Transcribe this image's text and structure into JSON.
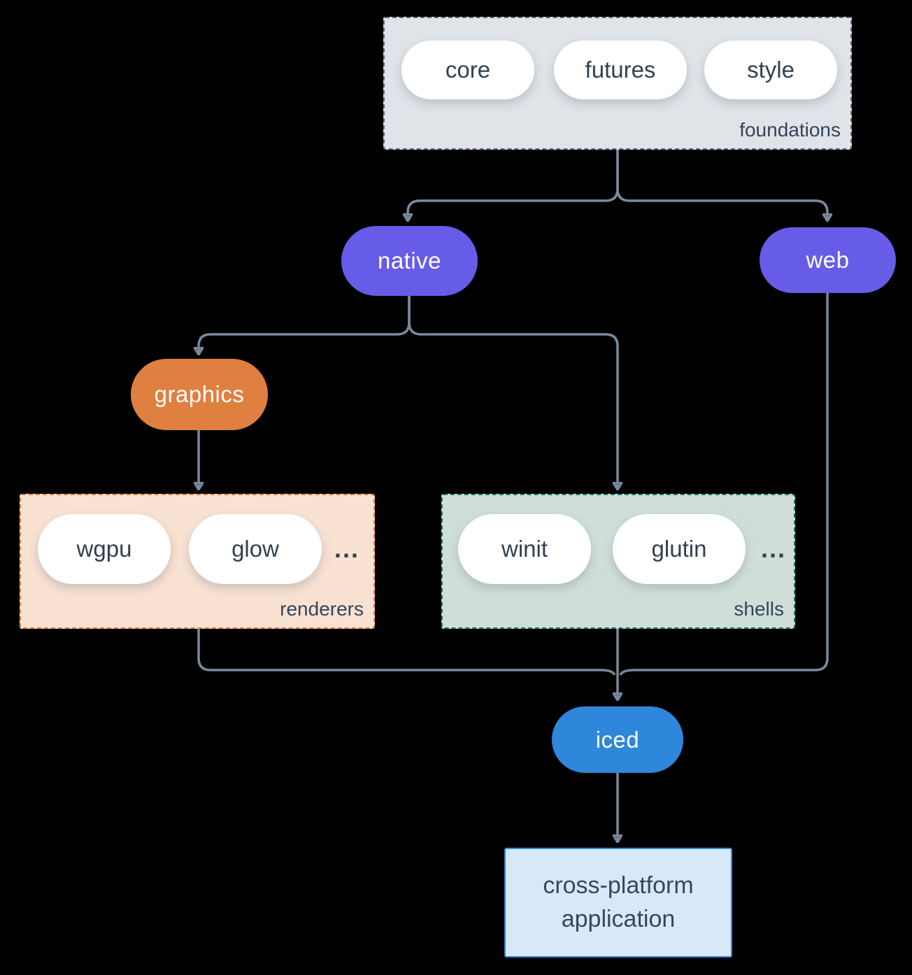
{
  "diagram": {
    "foundations": {
      "label": "foundations",
      "pills": [
        "core",
        "futures",
        "style"
      ]
    },
    "native_label": "native",
    "web_label": "web",
    "graphics_label": "graphics",
    "renderers": {
      "label": "renderers",
      "pills": [
        "wgpu",
        "glow"
      ],
      "ellipsis": "..."
    },
    "shells": {
      "label": "shells",
      "pills": [
        "winit",
        "glutin"
      ],
      "ellipsis": "..."
    },
    "iced_label": "iced",
    "application_label": "cross-platform application"
  },
  "colors": {
    "background": "#000000",
    "connector": "#7a8a9d",
    "foundations_fill": "#e0e4e8",
    "foundations_border": "#5b6c7e",
    "renderers_fill": "#f9e2d2",
    "renderers_border": "#e0813f",
    "shells_fill": "#cfdfd8",
    "shells_border": "#20796a",
    "purple_pill": "#675ce8",
    "orange_pill": "#df8040",
    "blue_pill": "#2e87db",
    "app_fill": "#d7e8f8",
    "app_border": "#3389dc",
    "dark_text": "#32414f",
    "white_text": "#ffffff"
  }
}
